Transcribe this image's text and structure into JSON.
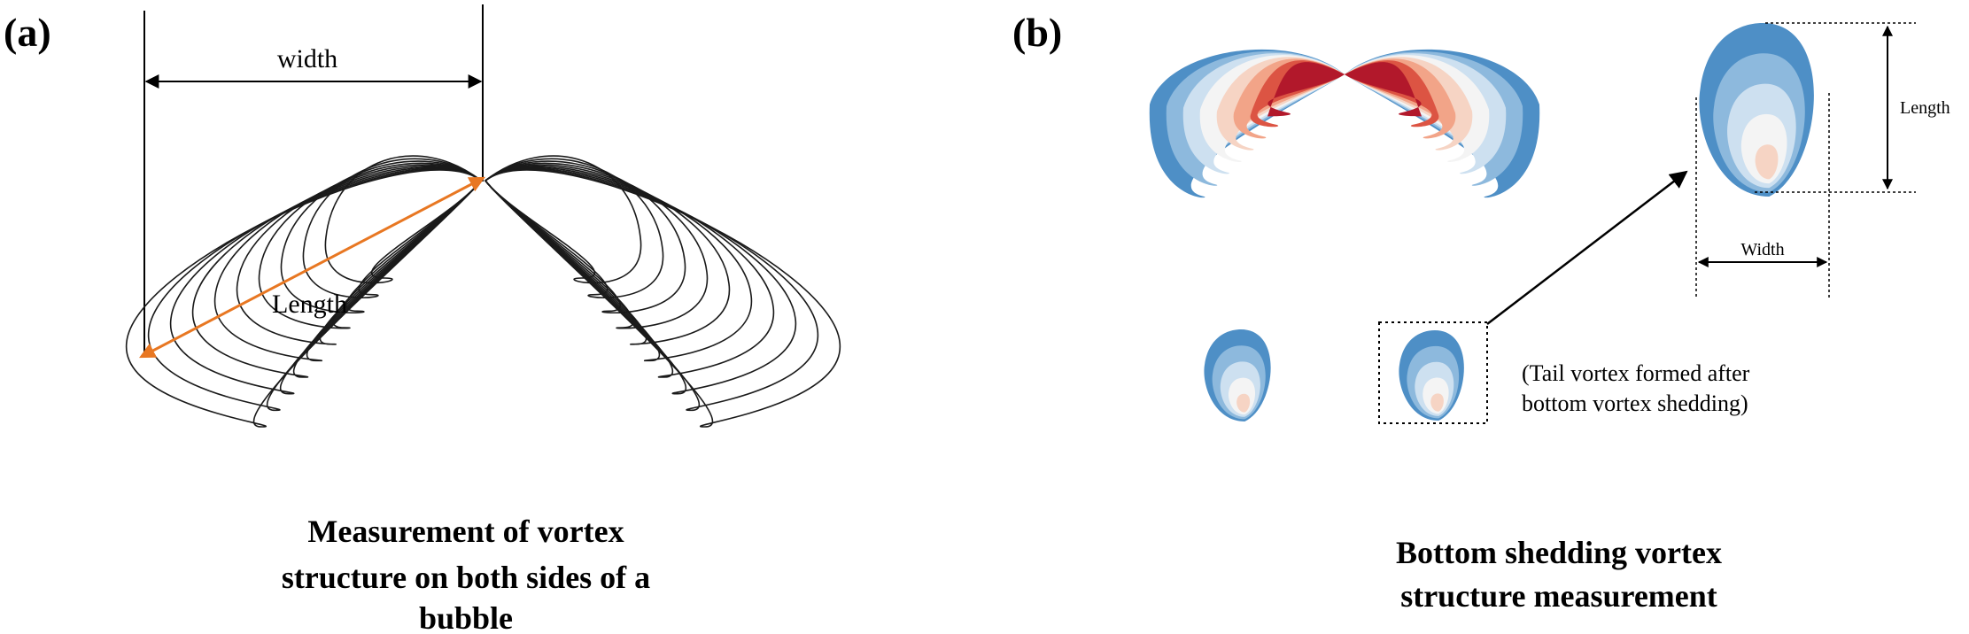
{
  "panel_a": {
    "letter": "(a)",
    "width_label": "width",
    "length_label": "Length",
    "length_color": "#E87722",
    "caption": [
      "Measurement of vortex",
      "structure on both sides of a",
      "bubble"
    ]
  },
  "panel_b": {
    "letter": "(b)",
    "length_label": "Length",
    "width_label": "Width",
    "note": [
      "(Tail vortex formed after",
      "bottom vortex shedding)"
    ],
    "caption": [
      "Bottom shedding vortex",
      "structure measurement"
    ]
  },
  "colors": {
    "outer_blue": "#4E8FC6",
    "mid_blue": "#8DB9DD",
    "light_blue": "#CDE0F0",
    "near_white": "#F4F4F4",
    "light_pink": "#F6D4C4",
    "salmon": "#F2A488",
    "red": "#DC5443",
    "dark_red": "#B2182B"
  }
}
